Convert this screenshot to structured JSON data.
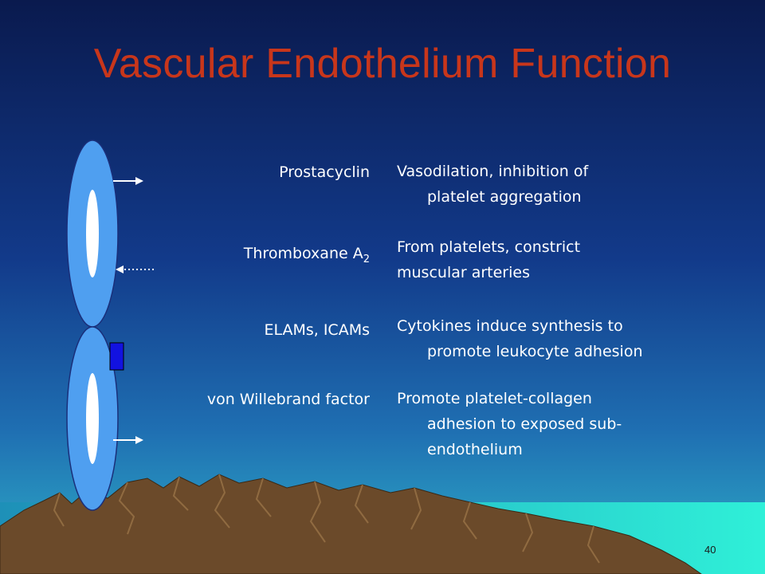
{
  "slide": {
    "title": "Vascular Endothelium Function",
    "page_number": "40"
  },
  "rows": [
    {
      "term": "Prostacyclin",
      "desc_lines": [
        "Vasodilation, inhibition of",
        "platelet aggregation"
      ],
      "indent_continuation": true
    },
    {
      "term": "Thromboxane A",
      "term_sub": "2",
      "desc_lines": [
        "From platelets, constrict",
        "muscular arteries"
      ],
      "indent_continuation": false
    },
    {
      "term": "ELAMs, ICAMs",
      "desc_lines": [
        "Cytokines induce synthesis to",
        "promote leukocyte adhesion"
      ],
      "indent_continuation": true
    },
    {
      "term": "von Willebrand factor",
      "desc_lines": [
        "Promote platelet-collagen",
        "adhesion to exposed sub-",
        "endothelium"
      ],
      "indent_continuation": true
    }
  ],
  "colors": {
    "title": "#c8361b",
    "cell_fill": "#4f9ff0",
    "square_fill": "#1212e0",
    "text": "#ffffff",
    "mountain": "#6b4a2a",
    "sea": "#2fe0d0"
  },
  "icons": [
    "endothelial-cell",
    "arrow-right",
    "dotted-arrow-left",
    "square-marker"
  ]
}
